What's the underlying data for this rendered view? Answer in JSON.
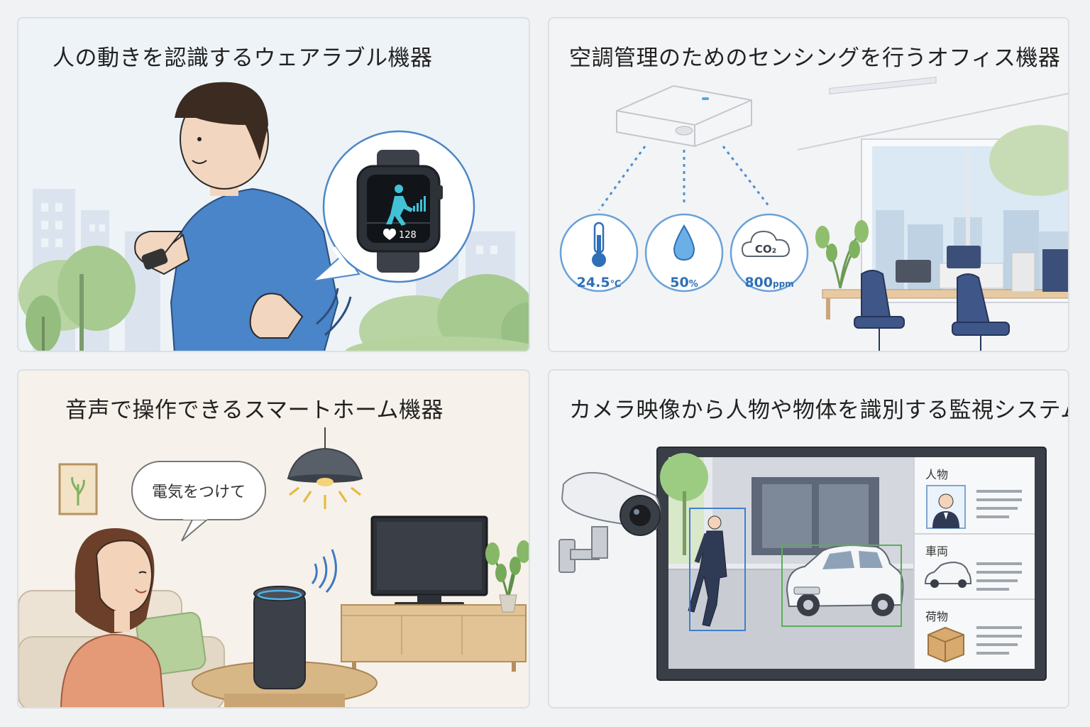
{
  "panels": {
    "wearable": {
      "title": "人の動きを認識するウェアラブル機器",
      "watch": {
        "heart_rate": "128",
        "icons": [
          "running-person-icon",
          "bar-chart-icon",
          "heart-icon"
        ]
      }
    },
    "office": {
      "title": "空調管理のためのセンシングを行うオフィス機器",
      "sensors": [
        {
          "icon": "thermometer-icon",
          "value": "24.5",
          "unit": "℃"
        },
        {
          "icon": "water-drop-icon",
          "value": "50",
          "unit": "%"
        },
        {
          "icon": "co2-cloud-icon",
          "label": "CO₂",
          "value": "800",
          "unit": "ppm"
        }
      ]
    },
    "smarthome": {
      "title": "音声で操作できるスマートホーム機器",
      "speech": "電気をつけて"
    },
    "surveillance": {
      "title": "カメラ映像から人物や物体を識別する監視システム",
      "detections": [
        {
          "label": "人物",
          "icon": "person-portrait-icon"
        },
        {
          "label": "車両",
          "icon": "car-icon"
        },
        {
          "label": "荷物",
          "icon": "package-icon"
        }
      ],
      "colors": {
        "person_box": "#3f7fd0",
        "vehicle_box": "#5cab5c"
      }
    }
  }
}
